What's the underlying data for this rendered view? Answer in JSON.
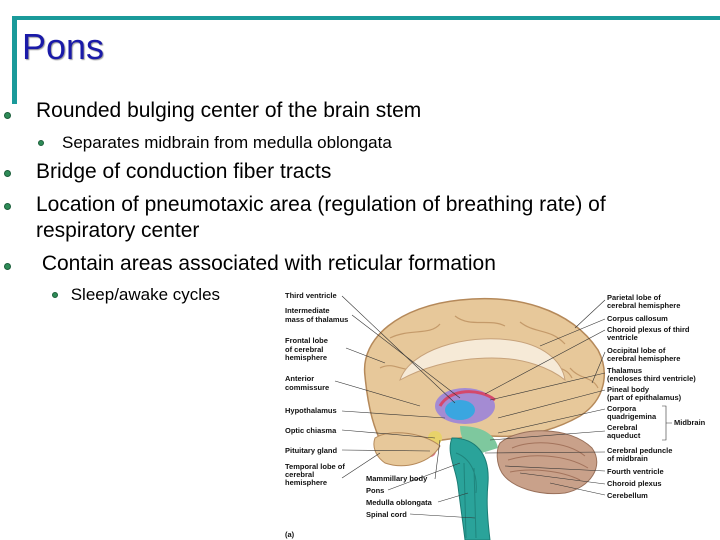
{
  "slide": {
    "title": "Pons",
    "bullets": [
      {
        "level": 1,
        "text": "Rounded bulging center of the brain stem"
      },
      {
        "level": 2,
        "text": "Separates midbrain from medulla oblongata"
      },
      {
        "level": 1,
        "text": "Bridge of conduction fiber tracts"
      },
      {
        "level": 1,
        "text": "Location of pneumotaxic area (regulation of breathing rate) of"
      },
      {
        "level": 1,
        "text": "respiratory center"
      },
      {
        "level": 1,
        "text": " Contain areas associated with reticular formation"
      },
      {
        "level": 2,
        "text": " Sleep/awake cycles"
      }
    ]
  },
  "figure": {
    "panel_label": "(a)",
    "left_labels": [
      "Third ventricle",
      "Intermediate",
      "mass of thalamus",
      "Frontal lobe",
      "of cerebral",
      "hemisphere",
      "Anterior",
      "commissure",
      "Hypothalamus",
      "Optic chiasma",
      "Pituitary gland",
      "Temporal lobe of",
      "cerebral",
      "hemisphere"
    ],
    "right_labels": [
      "Parietal lobe of",
      "cerebral hemisphere",
      "Corpus callosum",
      "Choroid plexus of third",
      "ventricle",
      "Occipital lobe of",
      "cerebral hemisphere",
      "Thalamus",
      "(encloses third ventricle)",
      "Pineal body",
      "(part of epithalamus)",
      "Corpora",
      "quadrigemina",
      "Cerebral",
      "aqueduct",
      "Midbrain",
      "Cerebral peduncle",
      "of midbrain",
      "Fourth ventricle",
      "Choroid plexus",
      "Cerebellum"
    ],
    "bottom_labels": [
      "Mammillary body",
      "Pons",
      "Medulla oblongata",
      "Spinal cord"
    ]
  }
}
